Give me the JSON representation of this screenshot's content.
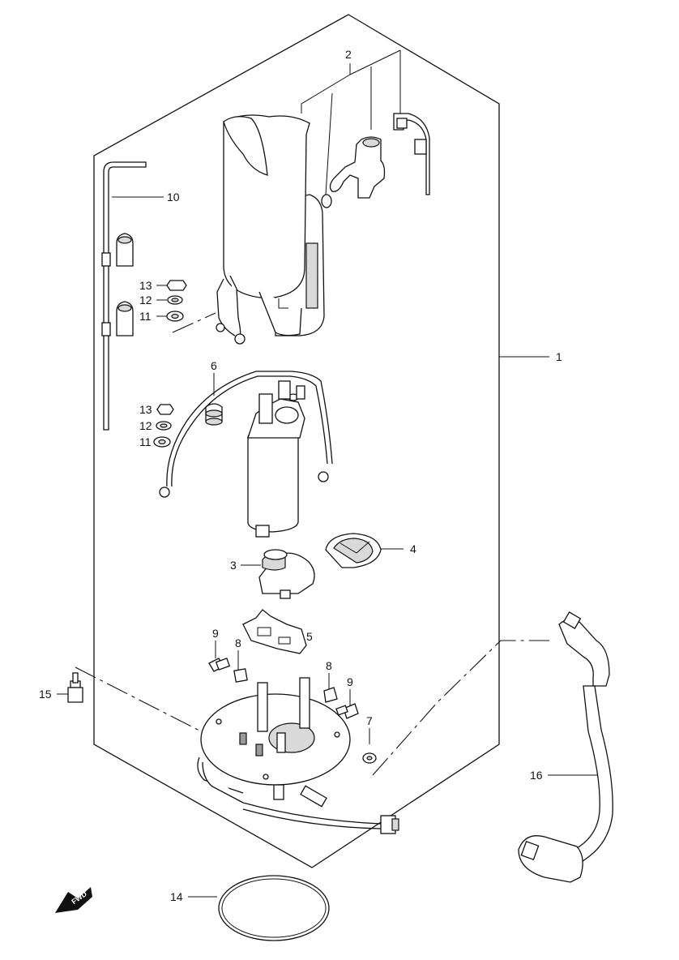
{
  "callouts": {
    "c1": "1",
    "c2": "2",
    "c3": "3",
    "c4": "4",
    "c5": "5",
    "c6": "6",
    "c7": "7",
    "c8a": "8",
    "c8b": "8",
    "c9a": "9",
    "c9b": "9",
    "c10": "10",
    "c11a": "11",
    "c11b": "11",
    "c12a": "12",
    "c12b": "12",
    "c13a": "13",
    "c13b": "13",
    "c14": "14",
    "c15": "15",
    "c16": "16"
  },
  "fwd_label": "FWD",
  "icons": {
    "fwd": "forward-arrow-icon"
  }
}
